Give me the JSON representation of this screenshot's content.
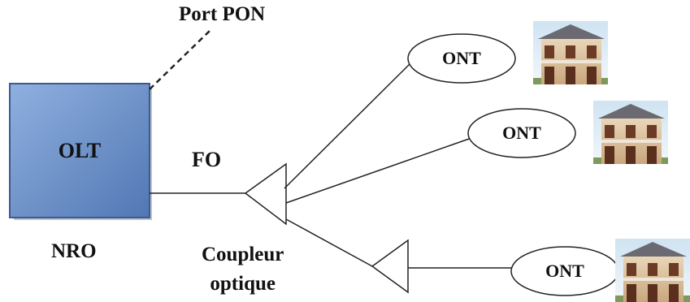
{
  "labels": {
    "port": "Port PON",
    "olt": "OLT",
    "fo": "FO",
    "nro": "NRO",
    "coupleur_line1": "Coupleur",
    "coupleur_line2": "optique",
    "ont": [
      "ONT",
      "ONT",
      "ONT"
    ]
  },
  "colors": {
    "olt_fill": "#6f92c9",
    "olt_border": "#3c5a8f",
    "line": "#222222"
  },
  "icons": [
    "house-icon",
    "house-icon",
    "house-icon"
  ]
}
